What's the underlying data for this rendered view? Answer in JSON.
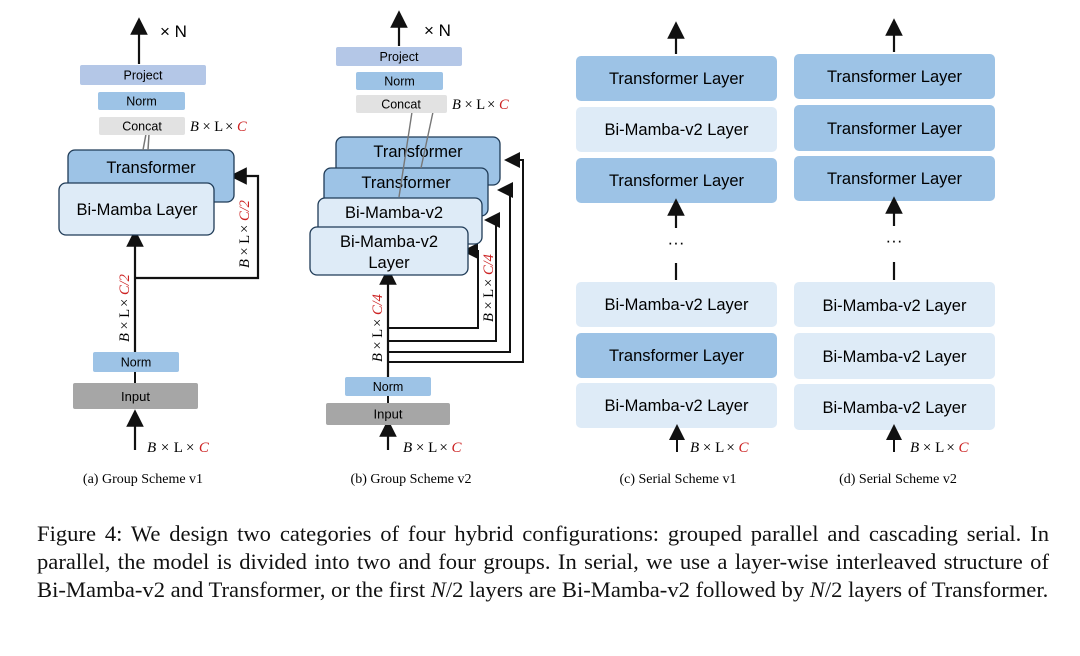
{
  "dims": {
    "B": "B",
    "L": "L",
    "C": "C",
    "times": "×",
    "full": "C",
    "half": "C/2",
    "quarter": "C/4"
  },
  "colors": {
    "accent_red": "#cc2222",
    "block_blue": "#9dc3e6",
    "block_light": "#deebf7",
    "norm_blue": "#9dc3e6",
    "project_purple": "#b4c7e7",
    "concat_gray": "#e2e2e2",
    "input_gray": "#a6a6a6"
  },
  "labels": {
    "repeat": "× N",
    "ellipsis": "···",
    "project": "Project",
    "norm": "Norm",
    "concat": "Concat",
    "input": "Input",
    "transformer": "Transformer",
    "transformer_layer": "Transformer  Layer",
    "bi_mamba_layer": "Bi-Mamba Layer",
    "bi_mamba_v2": "Bi-Mamba-v2",
    "bi_mamba_v2_layer_line1": "Bi-Mamba-v2",
    "bi_mamba_v2_layer_line2": "Layer",
    "bi_mamba_v2_layer": "Bi-Mamba-v2 Layer"
  },
  "panels": {
    "a": {
      "caption": "(a) Group Scheme v1"
    },
    "b": {
      "caption": "(b) Group Scheme v2"
    },
    "c": {
      "caption": "(c) Serial Scheme v1",
      "top_layers": [
        "Transformer  Layer",
        "Bi-Mamba-v2 Layer",
        "Transformer  Layer"
      ],
      "bottom_layers": [
        "Bi-Mamba-v2 Layer",
        "Transformer  Layer",
        "Bi-Mamba-v2 Layer"
      ]
    },
    "d": {
      "caption": "(d) Serial Scheme v2",
      "top_layers": [
        "Transformer  Layer",
        "Transformer  Layer",
        "Transformer  Layer"
      ],
      "bottom_layers": [
        "Bi-Mamba-v2 Layer",
        "Bi-Mamba-v2 Layer",
        "Bi-Mamba-v2 Layer"
      ]
    }
  },
  "figure_caption": {
    "lead": "Figure 4: We design two categories of four hybrid configurations: grouped parallel and cascading serial. In parallel, the model is divided into two and four groups. In serial, we use a layer-wise interleaved structure of Bi-Mamba-v2 and Transformer, or the first ",
    "math1": "N",
    "mid": "/2 layers are Bi-Mamba-v2 followed by ",
    "math2": "N",
    "tail": "/2 layers of Transformer."
  }
}
